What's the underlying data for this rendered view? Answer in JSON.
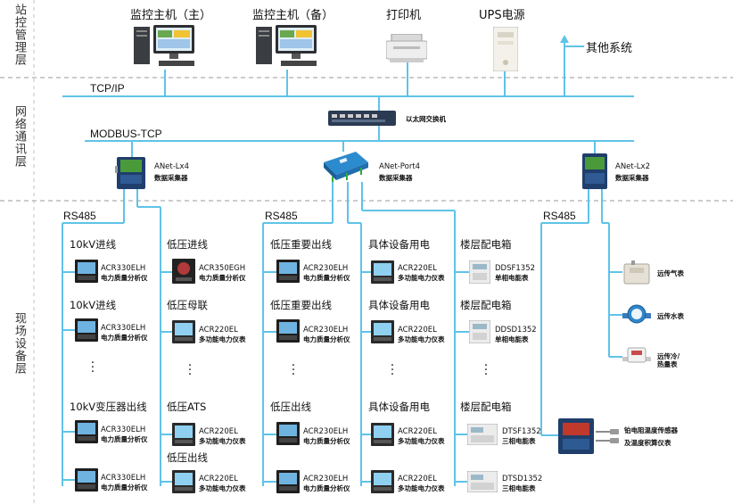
{
  "layers": {
    "station": "站控管理层",
    "network": "网络通讯层",
    "field": "现场设备层"
  },
  "top_devices": {
    "host_main": "监控主机（主）",
    "host_backup": "监控主机（备）",
    "printer": "打印机",
    "ups": "UPS电源",
    "other": "其他系统"
  },
  "network": {
    "tcpip": "TCP/IP",
    "switch": "以太网交换机",
    "modbus": "MODBUS-TCP",
    "collectors": [
      {
        "name": "ANet-Lx4",
        "desc": "数据采集器"
      },
      {
        "name": "ANet-Port4",
        "desc": "数据采集器"
      },
      {
        "name": "ANet-Lx2",
        "desc": "数据采集器"
      }
    ],
    "rs485": "RS485"
  },
  "columns": {
    "c1": {
      "sections": [
        "10kV进线",
        "10kV进线",
        "10kV变压器出线"
      ],
      "model": "ACR330ELH",
      "desc": "电力质量分析仪"
    },
    "c2": {
      "sections": [
        "低压进线",
        "低压母联",
        "低压ATS",
        "低压出线"
      ],
      "models": [
        "ACR350EGH",
        "ACR220EL",
        "ACR220EL",
        "ACR220EL"
      ],
      "descs": [
        "电力质量分析仪",
        "多功能电力仪表",
        "多功能电力仪表",
        "多功能电力仪表"
      ]
    },
    "c3": {
      "sections": [
        "低压重要出线",
        "低压重要出线",
        "低压出线"
      ],
      "model": "ACR230ELH",
      "desc": "电力质量分析仪"
    },
    "c4": {
      "sections": [
        "具体设备用电",
        "具体设备用电",
        "具体设备用电"
      ],
      "model": "ACR220EL",
      "desc": "多功能电力仪表"
    },
    "c5": {
      "sections": [
        "楼层配电箱",
        "楼层配电箱",
        "楼层配电箱"
      ],
      "models": [
        "DDSF1352",
        "DDSD1352",
        "DTSF1352",
        "DTSD1352"
      ],
      "descs": [
        "单相电能表",
        "单相电能表",
        "三相电能表",
        "三相电能表"
      ]
    },
    "c6": {
      "items": [
        "远传气表",
        "远传水表",
        "远传冷/热量表"
      ],
      "sensor": [
        "铂电阻温度传感器",
        "及温度积算仪表"
      ]
    }
  }
}
